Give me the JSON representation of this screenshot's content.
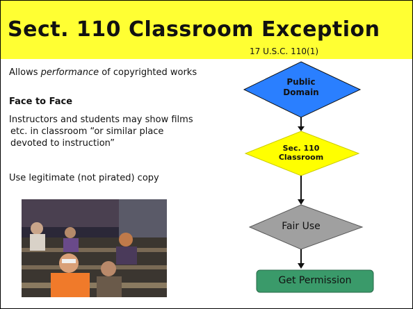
{
  "slide": {
    "title": "Sect. 110 Classroom Exception",
    "subtitle": "17 U.S.C. 110(1)",
    "line1_before": "Allows ",
    "line1_emph": "performance",
    "line1_after": " of copyrighted works",
    "heading": "Face to Face",
    "body_line1": "Instructors and students may show films",
    "body_line2": "etc. in classroom “or similar place",
    "body_line3": "devoted to instruction”",
    "use_line": "Use legitimate (not pirated) copy"
  },
  "flowchart": {
    "node1_line1": "Public",
    "node1_line2": "Domain",
    "node2_line1": "Sec. 110",
    "node2_line2": "Classroom",
    "node3": "Fair Use",
    "node4": "Get Permission"
  },
  "colors": {
    "title_bar": "#ffff33",
    "public_domain_fill": "#2a7fff",
    "classroom_fill": "#ffff00",
    "fair_use_fill": "#a0a0a0",
    "permission_fill": "#3a9a6a"
  },
  "photo": {
    "subject": "classroom-photo"
  }
}
